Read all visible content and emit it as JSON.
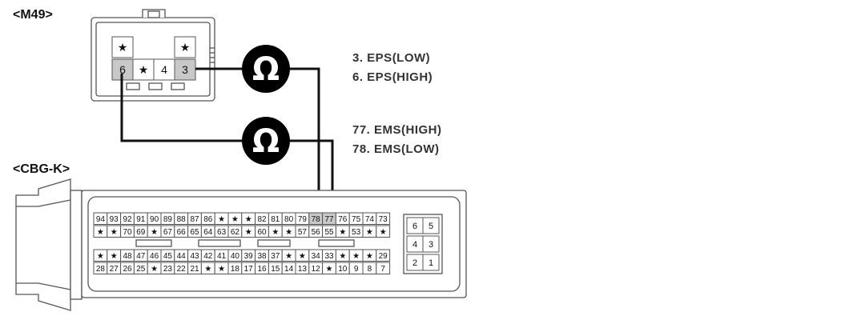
{
  "connectors": {
    "m49": {
      "name": "<M49>",
      "top_row": [
        "★",
        "★"
      ],
      "bottom_row": [
        "6",
        "★",
        "4",
        "3"
      ]
    },
    "cbgk": {
      "name": "<CBG-K>",
      "rows": [
        [
          "94",
          "93",
          "92",
          "91",
          "90",
          "89",
          "88",
          "87",
          "86",
          "★",
          "★",
          "★",
          "82",
          "81",
          "80",
          "79",
          "78",
          "77",
          "76",
          "75",
          "74",
          "73"
        ],
        [
          "★",
          "★",
          "70",
          "69",
          "★",
          "67",
          "66",
          "65",
          "64",
          "63",
          "62",
          "★",
          "60",
          "★",
          "★",
          "57",
          "56",
          "55",
          "★",
          "53",
          "★",
          "★"
        ],
        [
          "★",
          "★",
          "48",
          "47",
          "46",
          "45",
          "44",
          "43",
          "42",
          "41",
          "40",
          "39",
          "38",
          "37",
          "★",
          "★",
          "34",
          "33",
          "★",
          "★",
          "★",
          "29"
        ],
        [
          "28",
          "27",
          "26",
          "25",
          "★",
          "23",
          "22",
          "21",
          "★",
          "★",
          "18",
          "17",
          "16",
          "15",
          "14",
          "13",
          "12",
          "★",
          "10",
          "9",
          "8",
          "7"
        ]
      ],
      "small_block": [
        [
          "6",
          "5"
        ],
        [
          "4",
          "3"
        ],
        [
          "2",
          "1"
        ]
      ]
    }
  },
  "meters": [
    {
      "symbol": "Ω"
    },
    {
      "symbol": "Ω"
    }
  ],
  "legend": {
    "eps_low": "3. EPS(LOW)",
    "eps_high": "6. EPS(HIGH)",
    "ems_high": "77. EMS(HIGH)",
    "ems_low": "78. EMS(LOW)"
  },
  "colors": {
    "wire": "#111111",
    "meter_fill": "#000000",
    "meter_symbol": "#ffffff",
    "connector_stroke": "#555555",
    "highlight_pin": "#c8c8c8"
  }
}
